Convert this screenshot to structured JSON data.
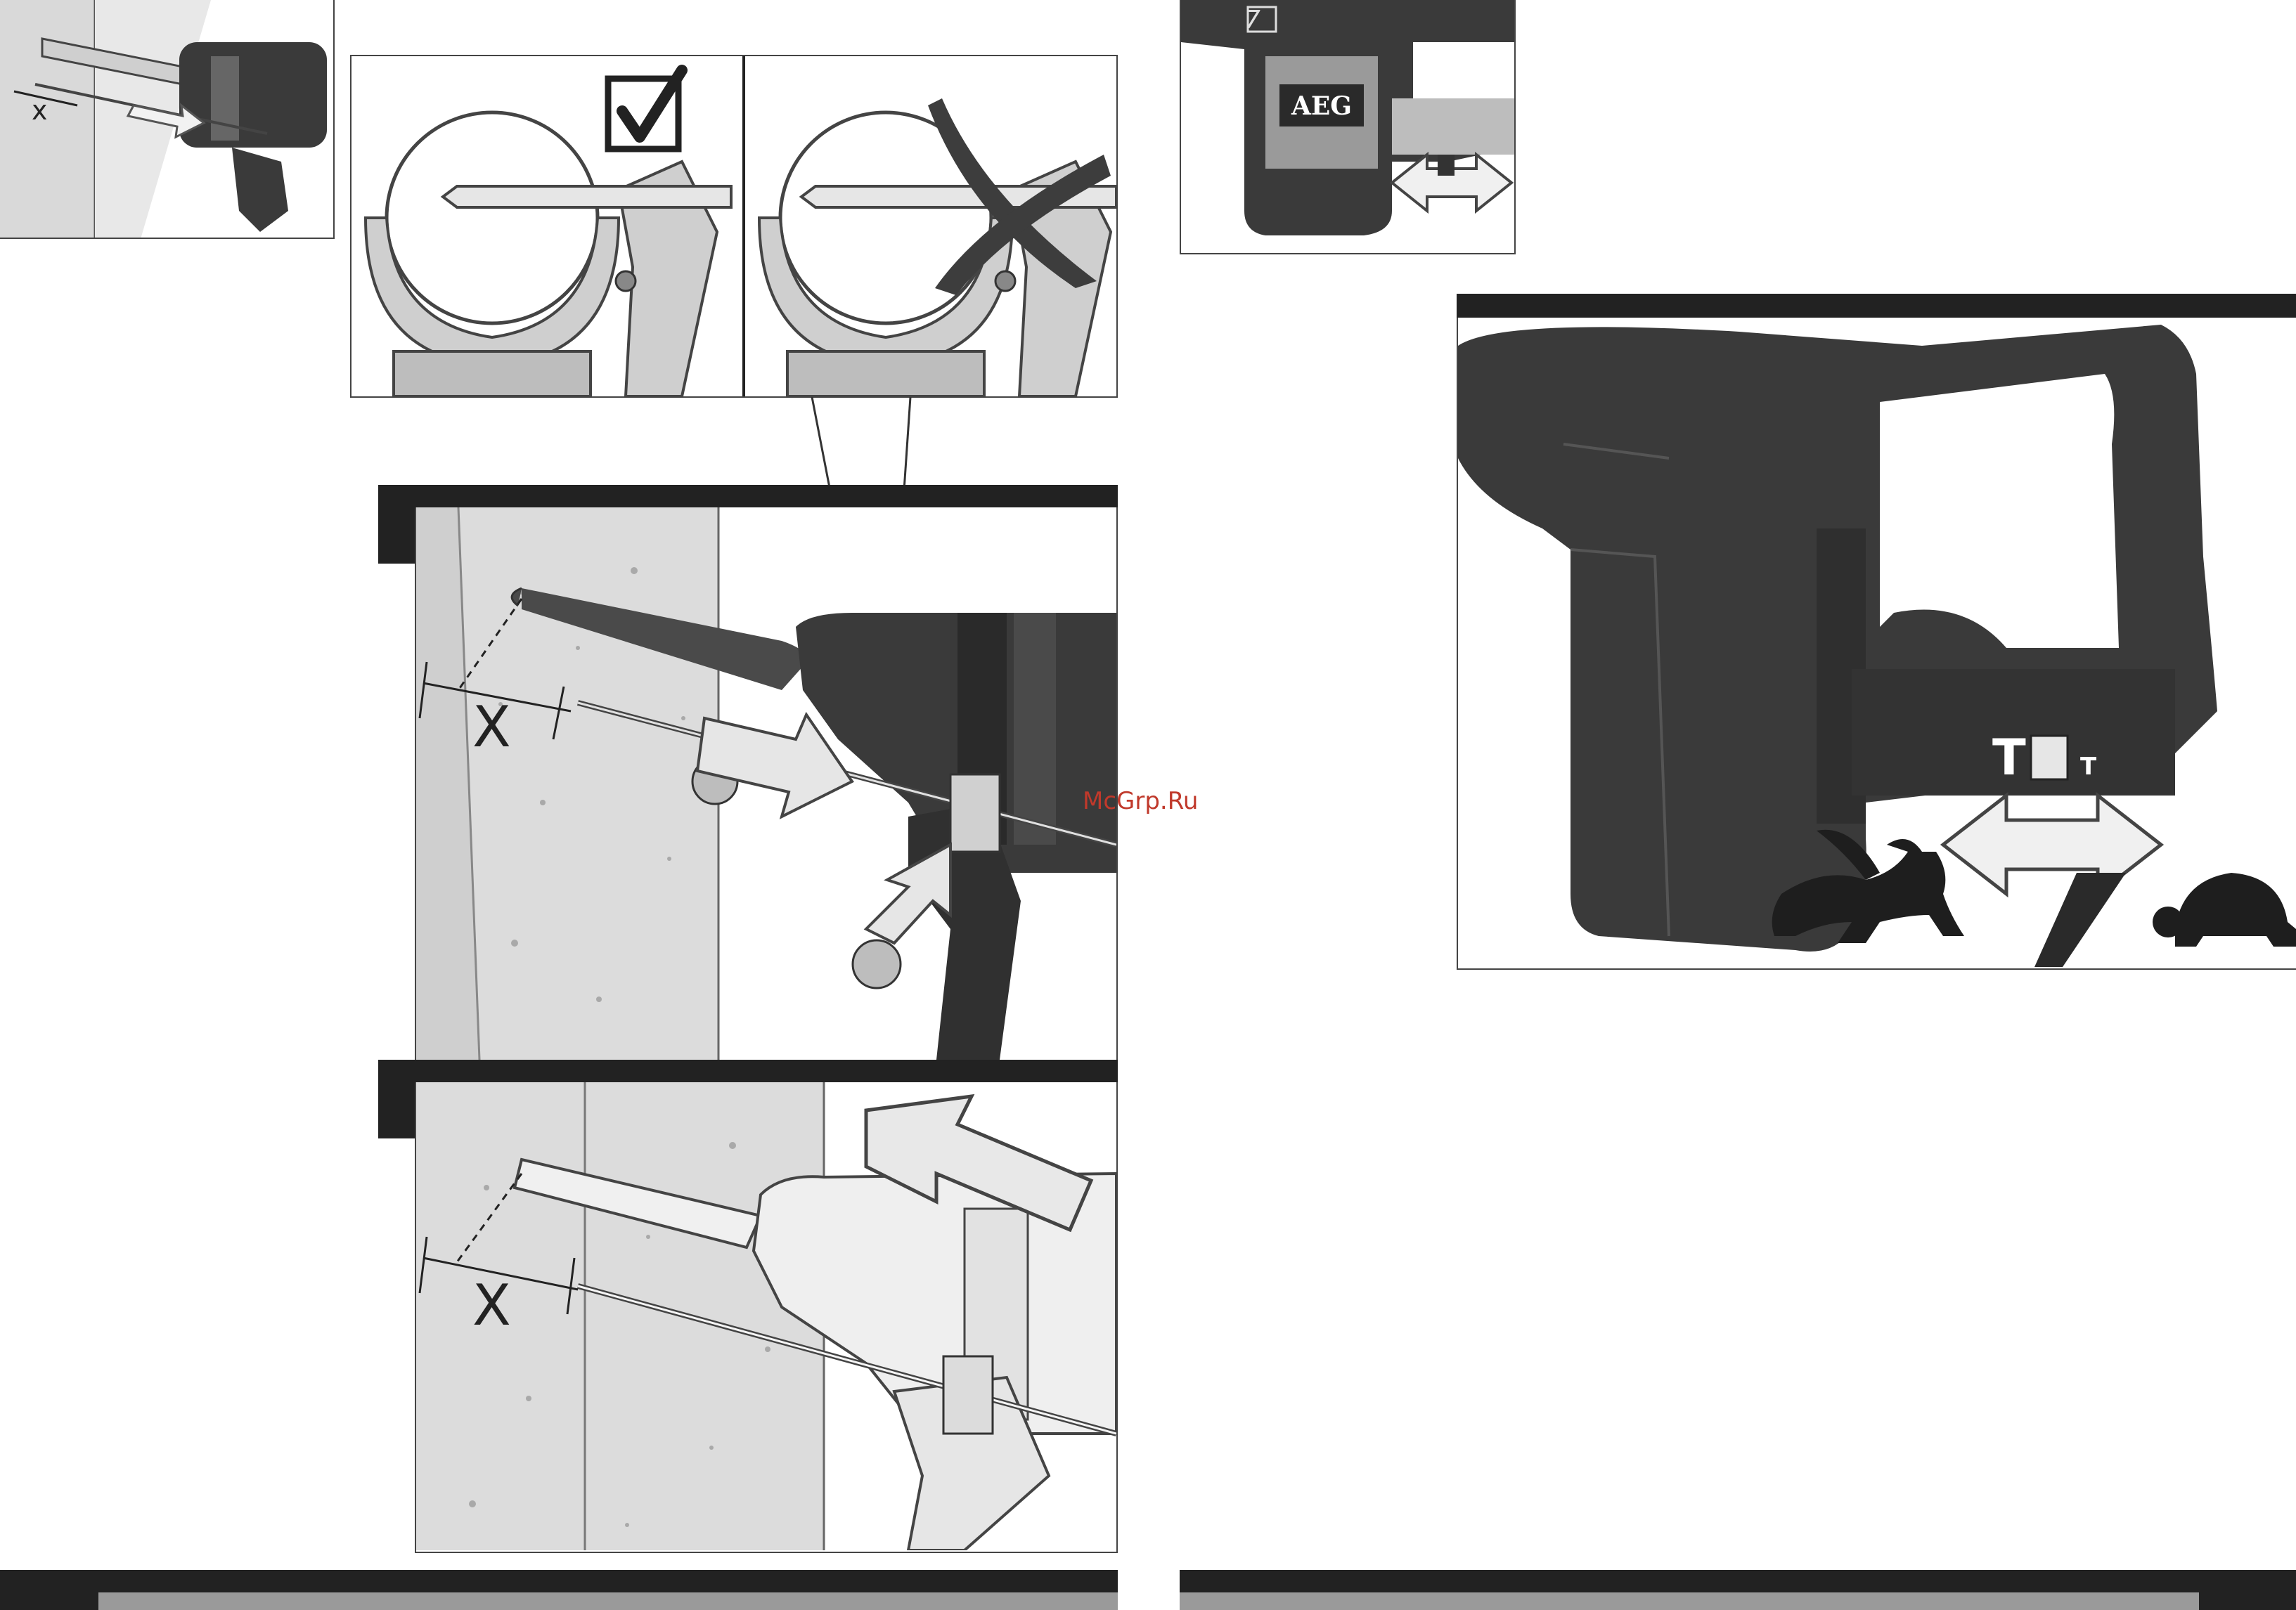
{
  "watermark": "McGrp.Ru",
  "labels": {
    "dimension_x": "X",
    "dimension_x_small": "x",
    "brand": "AEG",
    "model_badge": "7",
    "hammer_mode_large": "T",
    "hammer_mode_small": "T"
  },
  "colors": {
    "ink": "#222222",
    "light_gray": "#d9d9d9",
    "mid_gray": "#9a9a9a",
    "dark_tool": "#3a3a3a",
    "watermark": "#c0392b"
  },
  "icons": {
    "correct": "checkbox-checked-icon",
    "wrong": "cross-mark-icon",
    "fast": "rabbit-icon",
    "slow": "turtle-icon"
  }
}
